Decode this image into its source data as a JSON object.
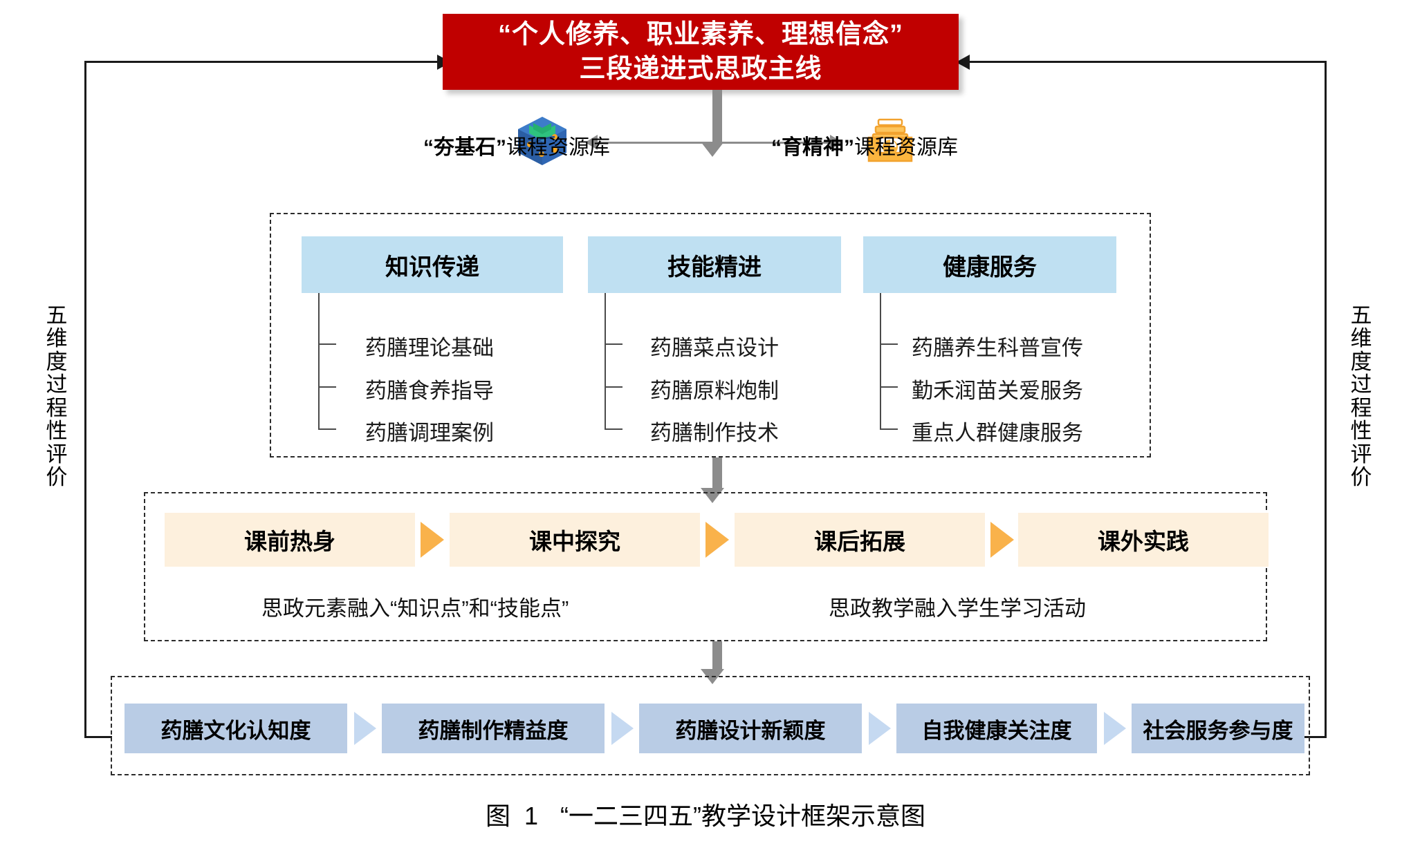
{
  "banner": {
    "line1": "“个人修养、职业素养、理想信念”",
    "line2": "三段递进式思政主线",
    "color": "#c00000"
  },
  "resources": {
    "left": {
      "quoted": "“夯基石”",
      "rest": "课程资源库",
      "icon": "blue-cube-resource-icon"
    },
    "right": {
      "quoted": "“育精神”",
      "rest": "课程资源库",
      "icon": "orange-toolbox-icon"
    }
  },
  "categories": [
    {
      "title": "知识传递",
      "items": [
        "药膳理论基础",
        "药膳食养指导",
        "药膳调理案例"
      ]
    },
    {
      "title": "技能精进",
      "items": [
        "药膳菜点设计",
        "药膳原料炮制",
        "药膳制作技术"
      ]
    },
    {
      "title": "健康服务",
      "items": [
        "药膳养生科普宣传",
        "勤禾润苗关爱服务",
        "重点人群健康服务"
      ]
    }
  ],
  "stages": {
    "boxes": [
      "课前热身",
      "课中探究",
      "课后拓展",
      "课外实践"
    ],
    "notes": [
      "思政元素融入“知识点”和“技能点”",
      "思政教学融入学生学习活动"
    ],
    "box_color": "#fdf0dd",
    "arrow_color": "#f9b24b"
  },
  "evaluation": {
    "boxes": [
      "药膳文化认知度",
      "药膳制作精益度",
      "药膳设计新颖度",
      "自我健康关注度",
      "社会服务参与度"
    ],
    "box_color": "#b9cce5",
    "arrow_color": "#c5d9f1"
  },
  "side_labels": {
    "left": "五维度过程性评价",
    "right": "五维度过程性评价"
  },
  "caption": {
    "prefix": "图",
    "number": "1",
    "text": "“一二三四五”教学设计框架示意图"
  }
}
